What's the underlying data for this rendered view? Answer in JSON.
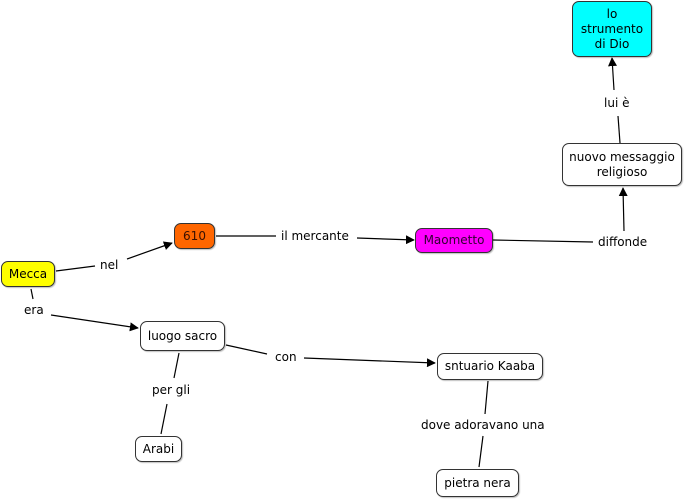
{
  "concept_map": {
    "concepts": {
      "mecca": {
        "label": "Mecca",
        "color": "#ffff00"
      },
      "n610": {
        "label": "610",
        "color": "#ff6600"
      },
      "maometto": {
        "label": "Maometto",
        "color": "#ff00ff"
      },
      "messaggio": {
        "label": "nuovo messaggio\nreligioso",
        "color": "#ffffff"
      },
      "strumento": {
        "label": "lo\nstrumento\ndi Dio",
        "color": "#00ffff"
      },
      "luogo": {
        "label": "luogo sacro",
        "color": "#ffffff"
      },
      "arabi": {
        "label": "Arabi",
        "color": "#ffffff"
      },
      "kaaba": {
        "label": "sntuario Kaaba",
        "color": "#ffffff"
      },
      "pietra": {
        "label": "pietra nera",
        "color": "#ffffff"
      }
    },
    "linking_phrases": {
      "nel": "nel",
      "mercante": "il mercante",
      "diffonde": "diffonde",
      "luie": "lui è",
      "era": "era",
      "pergli": "per gli",
      "con": "con",
      "dove": "dove adoravano una"
    }
  }
}
